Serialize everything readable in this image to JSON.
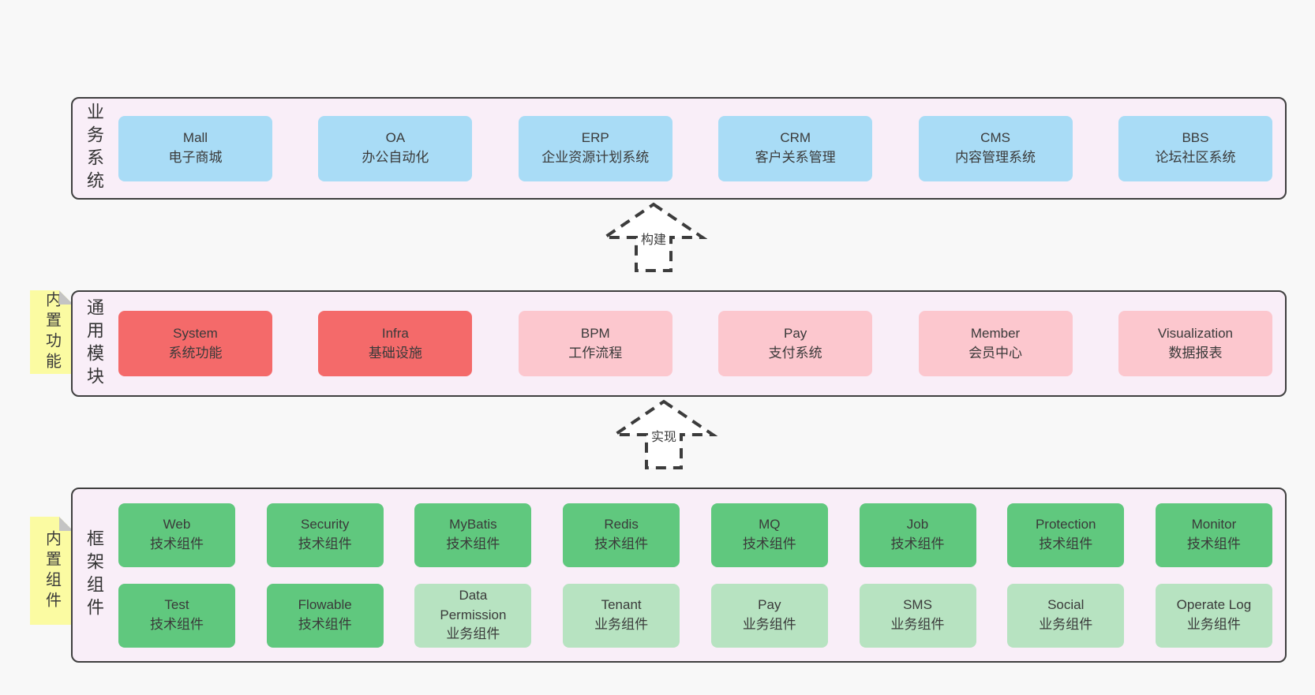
{
  "colors": {
    "page_bg": "#f8f8f8",
    "container_bg": "#f9eef8",
    "container_border": "#3f3f3f",
    "blue": "#a9dcf6",
    "red": "#f46a6a",
    "pink": "#fcc7ce",
    "green": "#60c87e",
    "light_green": "#b7e3c1",
    "sticky_yellow": "#fbfba2",
    "sticky_fold_gray": "#c4c4c4",
    "arrow_dash": "#3c3c3c"
  },
  "arrows": [
    {
      "label": "构建"
    },
    {
      "label": "实现"
    }
  ],
  "layers": {
    "business": {
      "label": "业务系统",
      "items": [
        {
          "name": "Mall",
          "subtitle": "电子商城",
          "variant": "blue"
        },
        {
          "name": "OA",
          "subtitle": "办公自动化",
          "variant": "blue"
        },
        {
          "name": "ERP",
          "subtitle": "企业资源计划系统",
          "variant": "blue"
        },
        {
          "name": "CRM",
          "subtitle": "客户关系管理",
          "variant": "blue"
        },
        {
          "name": "CMS",
          "subtitle": "内容管理系统",
          "variant": "blue"
        },
        {
          "name": "BBS",
          "subtitle": "论坛社区系统",
          "variant": "blue"
        }
      ]
    },
    "modules": {
      "label": "通用模块",
      "sticky": "内置功能",
      "items": [
        {
          "name": "System",
          "subtitle": "系统功能",
          "variant": "red"
        },
        {
          "name": "Infra",
          "subtitle": "基础设施",
          "variant": "red"
        },
        {
          "name": "BPM",
          "subtitle": "工作流程",
          "variant": "pink"
        },
        {
          "name": "Pay",
          "subtitle": "支付系统",
          "variant": "pink"
        },
        {
          "name": "Member",
          "subtitle": "会员中心",
          "variant": "pink"
        },
        {
          "name": "Visualization",
          "subtitle": "数据报表",
          "variant": "pink"
        }
      ]
    },
    "framework": {
      "label": "框架组件",
      "sticky": "内置组件",
      "rows": [
        [
          {
            "name": "Web",
            "subtitle": "技术组件",
            "variant": "green"
          },
          {
            "name": "Security",
            "subtitle": "技术组件",
            "variant": "green"
          },
          {
            "name": "MyBatis",
            "subtitle": "技术组件",
            "variant": "green"
          },
          {
            "name": "Redis",
            "subtitle": "技术组件",
            "variant": "green"
          },
          {
            "name": "MQ",
            "subtitle": "技术组件",
            "variant": "green"
          },
          {
            "name": "Job",
            "subtitle": "技术组件",
            "variant": "green"
          },
          {
            "name": "Protection",
            "subtitle": "技术组件",
            "variant": "green"
          },
          {
            "name": "Monitor",
            "subtitle": "技术组件",
            "variant": "green"
          }
        ],
        [
          {
            "name": "Test",
            "subtitle": "技术组件",
            "variant": "green"
          },
          {
            "name": "Flowable",
            "subtitle": "技术组件",
            "variant": "green"
          },
          {
            "name": "Data Permission",
            "subtitle": "业务组件",
            "variant": "lightgreen"
          },
          {
            "name": "Tenant",
            "subtitle": "业务组件",
            "variant": "lightgreen"
          },
          {
            "name": "Pay",
            "subtitle": "业务组件",
            "variant": "lightgreen"
          },
          {
            "name": "SMS",
            "subtitle": "业务组件",
            "variant": "lightgreen"
          },
          {
            "name": "Social",
            "subtitle": "业务组件",
            "variant": "lightgreen"
          },
          {
            "name": "Operate Log",
            "subtitle": "业务组件",
            "variant": "lightgreen"
          }
        ]
      ]
    }
  }
}
